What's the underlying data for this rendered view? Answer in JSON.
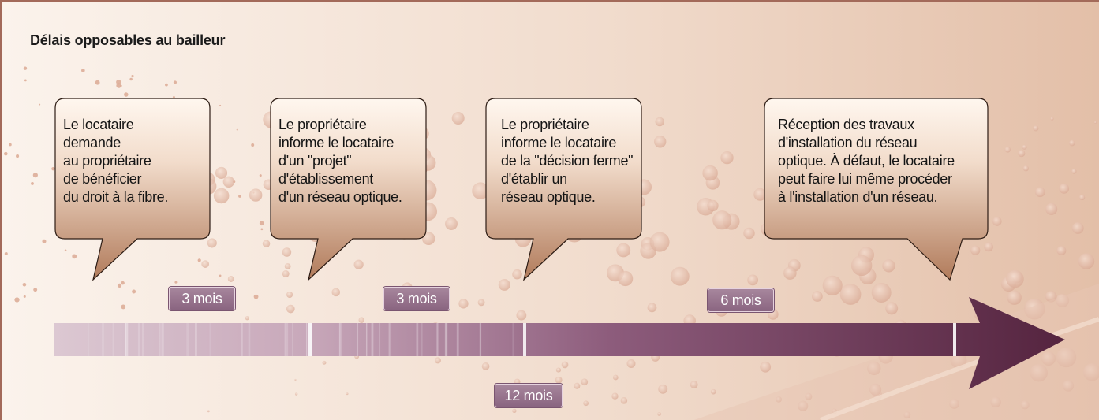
{
  "title": "Délais opposables au bailleur",
  "steps": [
    {
      "text": "Le locataire\ndemande\nau propriétaire\nde bénéficier\ndu droit à la fibre."
    },
    {
      "text": "Le propriétaire\ninforme le locataire\nd'un \"projet\"\nd'établissement\nd'un réseau optique."
    },
    {
      "text": "Le propriétaire\ninforme le locataire\nde la \"décision ferme\"\nd'établir un\nréseau optique."
    },
    {
      "text": "Réception des travaux\nd'installation du réseau\noptique. À défaut, le locataire\npeut faire lui même procéder\nà l'installation d'un réseau."
    }
  ],
  "durations": [
    {
      "label": "3 mois"
    },
    {
      "label": "3 mois"
    },
    {
      "label": "6 mois"
    }
  ],
  "total_duration": {
    "label": "12 mois"
  },
  "colors": {
    "arrow_dark": "#5e2e4d",
    "arrow_light": "#dcc8d2",
    "bubble_top": "#fff6ee",
    "bubble_bottom": "#b27d5d",
    "badge": "#9a7590",
    "border": "#a36a5a"
  }
}
